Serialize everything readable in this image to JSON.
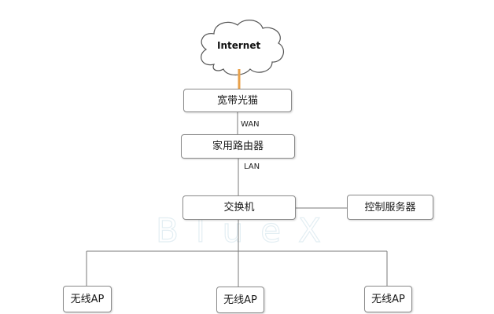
{
  "nodes": {
    "internet": "Internet",
    "modem": "宽带光猫",
    "router": "家用路由器",
    "switch": "交换机",
    "control_server": "控制服务器",
    "ap_left": "无线AP",
    "ap_center": "无线AP",
    "ap_right": "无线AP"
  },
  "edges": {
    "wan": "WAN",
    "lan": "LAN"
  },
  "watermark": "BlueX",
  "colors": {
    "uplink": "#e8a14a",
    "line": "#7a7a7a",
    "box_border": "#8a8a8a",
    "watermark": "#e3eef3"
  }
}
